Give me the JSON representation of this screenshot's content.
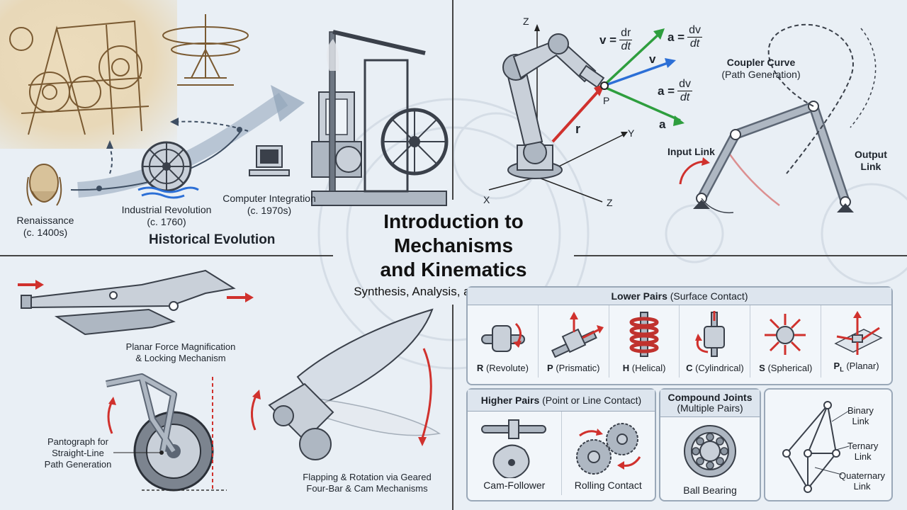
{
  "center": {
    "title_line1": "Introduction to",
    "title_line2": "Mechanisms",
    "title_line3": "and Kinematics",
    "subtitle": "Synthesis, Analysis, and Joint Design"
  },
  "history": {
    "heading": "Historical Evolution",
    "renaissance": "Renaissance",
    "renaissance_date": "(c. 1400s)",
    "industrial": "Industrial Revolution",
    "industrial_date": "(c. 1760)",
    "computer": "Computer Integration",
    "computer_date": "(c. 1970s)"
  },
  "kinematics": {
    "eq_v_lhs": "v =",
    "eq_v_num": "dr",
    "eq_v_den": "dt",
    "eq_a1_lhs": "a =",
    "eq_a1_num": "dv",
    "eq_a1_den": "dt",
    "eq_a2_lhs": "a =",
    "eq_a2_num": "dv",
    "eq_a2_den": "dt",
    "v": "v",
    "a": "a",
    "r": "r",
    "p": "P",
    "axis_z": "Z",
    "axis_y": "Y",
    "axis_x": "X",
    "axis_z2": "Z"
  },
  "fourbar": {
    "coupler": "Coupler Curve",
    "coupler_sub": "(Path Generation)",
    "input": "Input Link",
    "output_1": "Output",
    "output_2": "Link"
  },
  "applications": {
    "pliers_1": "Planar Force Magnification",
    "pliers_2": "& Locking Mechanism",
    "panto_1": "Pantograph for",
    "panto_2": "Straight-Line",
    "panto_3": "Path Generation",
    "wing_1": "Flapping & Rotation via Geared",
    "wing_2": "Four-Bar & Cam Mechanisms"
  },
  "lower_pairs": {
    "heading_bold": "Lower Pairs",
    "heading_rest": "(Surface Contact)",
    "items": [
      {
        "letter": "R",
        "name": "(Revolute)"
      },
      {
        "letter": "P",
        "name": "(Prismatic)"
      },
      {
        "letter": "H",
        "name": "(Helical)"
      },
      {
        "letter": "C",
        "name": "(Cylindrical)"
      },
      {
        "letter": "S",
        "name": "(Spherical)"
      },
      {
        "letter": "P",
        "sub": "L",
        "name": "(Planar)"
      }
    ]
  },
  "higher_pairs": {
    "heading_bold": "Higher Pairs",
    "heading_rest": "(Point or Line Contact)",
    "cam": "Cam-Follower",
    "rolling": "Rolling Contact"
  },
  "compound": {
    "heading_bold": "Compound Joints",
    "heading_rest": "(Multiple Pairs)",
    "bearing": "Ball Bearing"
  },
  "links": {
    "binary_1": "Binary",
    "binary_2": "Link",
    "ternary_1": "Ternary",
    "ternary_2": "Link",
    "quaternary_1": "Quaternary",
    "quaternary_2": "Link"
  },
  "colors": {
    "arrow_red": "#d0312d",
    "arrow_green": "#2e9e3e",
    "arrow_blue": "#2c6fd6",
    "sepia": "#e7d9bd"
  }
}
